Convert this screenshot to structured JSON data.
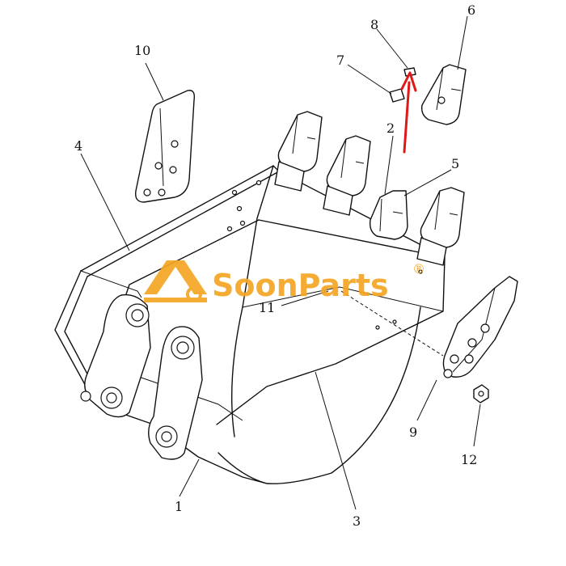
{
  "diagram": {
    "callouts": [
      {
        "id": "1",
        "label": "1"
      },
      {
        "id": "2",
        "label": "2"
      },
      {
        "id": "3",
        "label": "3"
      },
      {
        "id": "4",
        "label": "4"
      },
      {
        "id": "5",
        "label": "5"
      },
      {
        "id": "6",
        "label": "6"
      },
      {
        "id": "7",
        "label": "7"
      },
      {
        "id": "8",
        "label": "8"
      },
      {
        "id": "9",
        "label": "9"
      },
      {
        "id": "10",
        "label": "10"
      },
      {
        "id": "11",
        "label": "11"
      },
      {
        "id": "12",
        "label": "12"
      }
    ]
  },
  "watermark": {
    "brand": "SoonParts",
    "registered": "®",
    "color": "#f5a623"
  },
  "highlight_arrow": {
    "color": "#e01818",
    "target_part": "8"
  }
}
